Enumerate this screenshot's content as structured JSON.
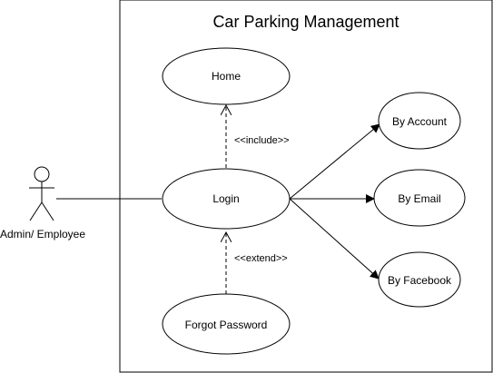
{
  "system": {
    "title": "Car Parking Management"
  },
  "actor": {
    "label": "Admin/ Employee"
  },
  "use_cases": {
    "home": "Home",
    "login": "Login",
    "forgot_password": "Forgot Password",
    "by_account": "By Account",
    "by_email": "By Email",
    "by_facebook": "By Facebook"
  },
  "relations": {
    "include": "<<include>>",
    "extend": "<<extend>>"
  },
  "colors": {
    "stroke": "#000000",
    "background": "#ffffff"
  }
}
